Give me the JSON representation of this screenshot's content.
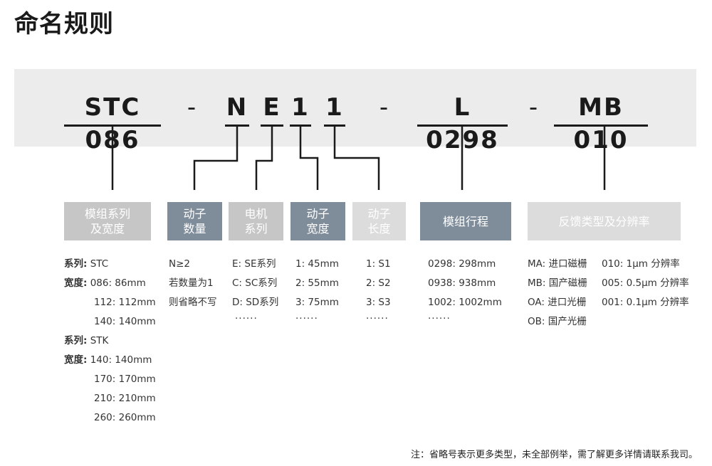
{
  "title": "命名规则",
  "code_parts": {
    "series": "STC 086",
    "dash1": "-",
    "n": "N",
    "e": "E",
    "w": "1",
    "l1": "1",
    "dash2": "-",
    "stroke": "L 0298",
    "dash3": "-",
    "feedback": "MB 010"
  },
  "boxes": {
    "series": "模组系列\n及宽度",
    "count": "动子\n数量",
    "motor": "电机\n系列",
    "width": "动子\n宽度",
    "length": "动子\n长度",
    "stroke": "模组行程",
    "feedback": "反馈类型及分辨率"
  },
  "series_col": {
    "r1_label": "系列:",
    "r1_value": "STC",
    "r2_label": "宽度:",
    "r2_value": "086: 86mm",
    "r3": "112: 112mm",
    "r4": "140: 140mm",
    "r5_label": "系列:",
    "r5_value": "STK",
    "r6_label": "宽度:",
    "r6_value": "140: 140mm",
    "r7": "170: 170mm",
    "r8": "210: 210mm",
    "r9": "260: 260mm"
  },
  "count_col": [
    "N≥2",
    "若数量为1",
    "则省略不写"
  ],
  "motor_col": [
    "E: SE系列",
    "C: SC系列",
    "D: SD系列",
    "......"
  ],
  "width_col": [
    "1: 45mm",
    "2: 55mm",
    "3: 75mm",
    "......"
  ],
  "length_col": [
    "1: S1",
    "2: S2",
    "3: S3",
    "......"
  ],
  "stroke_col": [
    "0298: 298mm",
    "0938: 938mm",
    "1002: 1002mm",
    "......"
  ],
  "feedback_type_col": [
    "MA: 进口磁栅",
    "MB: 国产磁栅",
    "OA: 进口光栅",
    "OB: 国产光栅"
  ],
  "feedback_res_col": [
    "010: 1μm 分辨率",
    "005: 0.5μm 分辨率",
    "001: 0.1μm 分辨率"
  ],
  "note": "注：省略号表示更多类型，未全部例举，需了解更多详情请联系我司。"
}
